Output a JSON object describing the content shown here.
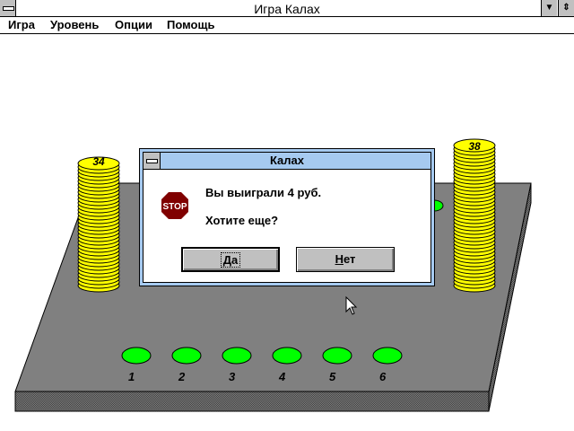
{
  "window": {
    "title": "Игра Калах"
  },
  "menu": [
    "Игра",
    "Уровень",
    "Опции",
    "Помощь"
  ],
  "stores": {
    "left": "34",
    "right": "38"
  },
  "pits": [
    "1",
    "2",
    "3",
    "4",
    "5",
    "6"
  ],
  "dialog": {
    "title": "Калах",
    "icon": "stop-icon",
    "icon_text": "STOP",
    "message": "Вы выиграли 4 руб.",
    "question": "Хотите еще?",
    "yes_accel": "Д",
    "yes_rest": "а",
    "no_accel": "Н",
    "no_rest": "ет"
  },
  "colors": {
    "board": "#808080",
    "coin": "#ffff00",
    "pit": "#00ff00",
    "dialog_title": "#a6caf0",
    "stop": "#800000"
  }
}
